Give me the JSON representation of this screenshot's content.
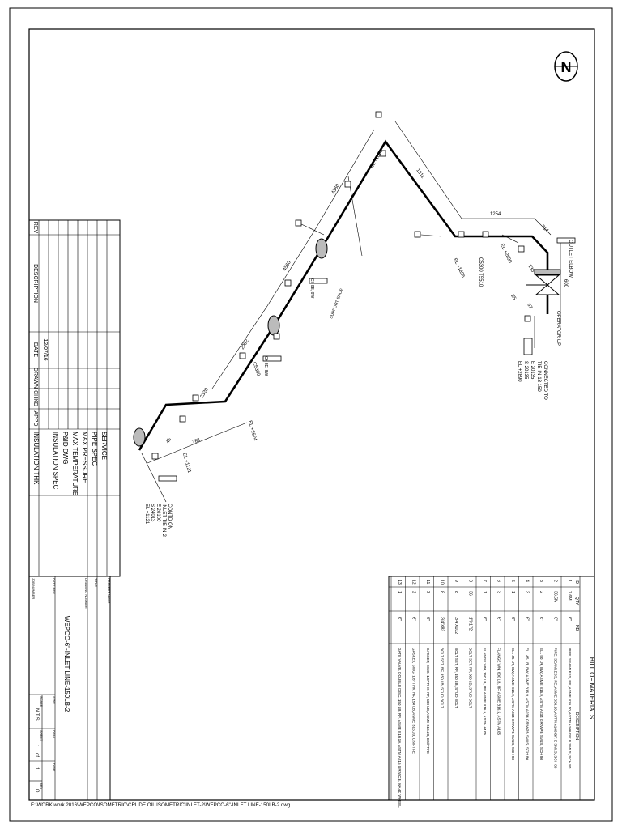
{
  "drawing": {
    "north_label": "N",
    "file_path": "E:\\WORK\\work 2016\\WEPCO\\ISOMETRIC\\CRUDE OIL ISOMETRIC\\INLET-2\\WEPCO-6\"-INLET LINE-150LB-2.dwg",
    "drawing_name": "WEPCO-6\"-INLET LINE-150LB-2",
    "scale": "N.T.S.",
    "sheet": "1",
    "of_label": "of",
    "sheets": "1",
    "rev": "0"
  },
  "revision_block": {
    "headers": [
      "REV",
      "DESCRIPTION",
      "DATE",
      "DRAWN",
      "CHKD",
      "APPD"
    ],
    "date_value": "12/07/16",
    "service_labels": [
      "SERVICE",
      "PIPE SPEC",
      "MAX PRESSURE",
      "MAX TEMPERATURE",
      "P&ID DWG",
      "INSULATION SPEC",
      "INSULATION THK"
    ]
  },
  "title_block": {
    "project_label": "PROJECT NAME",
    "title_label": "TITLE",
    "drawing_label": "DRAWING NUMBER",
    "date_label": "DATE REV",
    "job_label": "JOB NUMBER",
    "scale_label": "SCALE",
    "sheet_label": "SHEET",
    "rev_label": "REV",
    "size_label": "SIZE",
    "drn_label": "DRN",
    "type_label": "TYPE"
  },
  "bom": {
    "title": "BILL OF MATERIALS",
    "headers": [
      "ID",
      "QTY",
      "ND",
      "DESCRIPTION"
    ],
    "rows": [
      {
        "id": "1",
        "qty": "7.6M",
        "nd": "6\"",
        "desc": "PIPE, SEAMLESS, PE, ASME B36.10, ASTM A106 GR B SMLS, SCH 80"
      },
      {
        "id": "2",
        "qty": "36.5M",
        "nd": "6\"",
        "desc": "PIPE, SEAMLESS, PE, ASME B36.10, ASTM A106 GR B SMLS, SCH 80"
      },
      {
        "id": "3",
        "qty": "2",
        "nd": "6\"",
        "desc": "ELL 90 LR, BW, ASME B16.9, ASTM A234 GR WPB SMLS, SCH 80"
      },
      {
        "id": "4",
        "qty": "3",
        "nd": "6\"",
        "desc": "ELL 45 LR, BW, ASME B16.9, ASTM A234 GR WPB SMLS, SCH 80"
      },
      {
        "id": "5",
        "qty": "1",
        "nd": "6\"",
        "desc": "ELL 45 LR, BW, ASME B16.9, ASTM A234 GR WPB SMLS, SCH 80"
      },
      {
        "id": "6",
        "qty": "3",
        "nd": "6\"",
        "desc": "FLANGE WN, 600 LB, RF, ASME B16.5, ASTM A105"
      },
      {
        "id": "7",
        "qty": "1",
        "nd": "6\"",
        "desc": "FLANGE WN, 150 LB, RF, ASME B16.5, ASTM A105"
      },
      {
        "id": "8",
        "qty": "36",
        "nd": "1\"X172",
        "desc": "BOLT SET, RF, 600 LB, STUD BOLT"
      },
      {
        "id": "9",
        "qty": "8",
        "nd": "3/4\"X102",
        "desc": "BOLT SET, RF, 150 LB, STUD BOLT"
      },
      {
        "id": "10",
        "qty": "8",
        "nd": "3/4\"X83",
        "desc": "BOLT SET, RF, 150 LB, STUD BOLT"
      },
      {
        "id": "11",
        "qty": "3",
        "nd": "6\"",
        "desc": "GASKET, SWG, 1/8\" THK, RF, 600 LB, ASME B16.20, CS/PTFE"
      },
      {
        "id": "12",
        "qty": "2",
        "nd": "6\"",
        "desc": "GASKET, SWG, 1/8\" THK, RF, 150 LB, ASME B16.20, CS/PTFE"
      },
      {
        "id": "13",
        "qty": "1",
        "nd": "6\"",
        "desc": "GATE VALVE, DOUBLE DISC, 150 LB, RF, ASME B16.10, ASTM A216 GR WCB, HAND WHEEL"
      }
    ]
  },
  "iso": {
    "dims": [
      "1311",
      "1254",
      "714",
      "4360",
      "4560",
      "2992",
      "2320",
      "600",
      "782",
      "45",
      "135",
      "67",
      "25"
    ],
    "elevations": [
      "EL +1836",
      "EL +2890",
      "EL +1836",
      "EL +1624",
      "EL +1121"
    ],
    "notes": [
      "OUTLET ELBOW",
      "CONNECTED TO",
      "TIE-IN-13 150",
      "E 20135",
      "S 20135",
      "EL +2890",
      "CONTD ON",
      "INLET TIE IN-2",
      "E 20100",
      "S 24013",
      "EL +1121",
      "OPERATOR UP",
      "SUPPORT SHOE",
      "C5300",
      "C5300 T5510"
    ],
    "stamps": [
      "Ch 8E, 8W",
      "Ch 8E, 8W"
    ]
  },
  "colors": {
    "ink": "#000000",
    "paper": "#ffffff"
  }
}
